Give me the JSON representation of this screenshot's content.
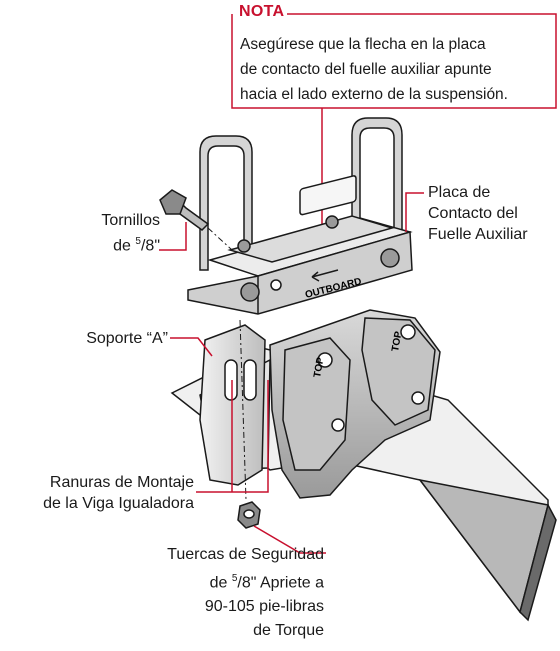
{
  "note": {
    "title": "NOTA",
    "lines": [
      "Asegúrese que la flecha en la placa",
      "de contacto del fuelle auxiliar apunte",
      "hacia el lado externo de la suspensión."
    ]
  },
  "labels": {
    "bolts": {
      "line1": "Tornillos",
      "line2_prefix": "de ",
      "fraction_num": "5",
      "fraction_rest": "/8\""
    },
    "plate": {
      "lines": [
        "Placa de",
        "Contacto del",
        "Fuelle Auxiliar"
      ]
    },
    "bracket": {
      "text": "Soporte “A”"
    },
    "slots": {
      "lines": [
        "Ranuras de Montaje",
        "de la Viga Igualadora"
      ]
    },
    "nuts": {
      "line1": "Tuercas de Seguridad",
      "line2_prefix": "de ",
      "fraction_num": "5",
      "fraction_rest": "/8\" Apriete a",
      "line3": "90-105 pie-libras",
      "line4": "de Torque"
    }
  },
  "part_markings": {
    "outboard": "OUTBOARD",
    "top_left": "TOP",
    "top_right": "TOP"
  },
  "colors": {
    "accent": "#c8102e",
    "line": "#1a1a1a",
    "part_fill": "#e6e6e6",
    "part_dark": "#8a8a8a"
  }
}
